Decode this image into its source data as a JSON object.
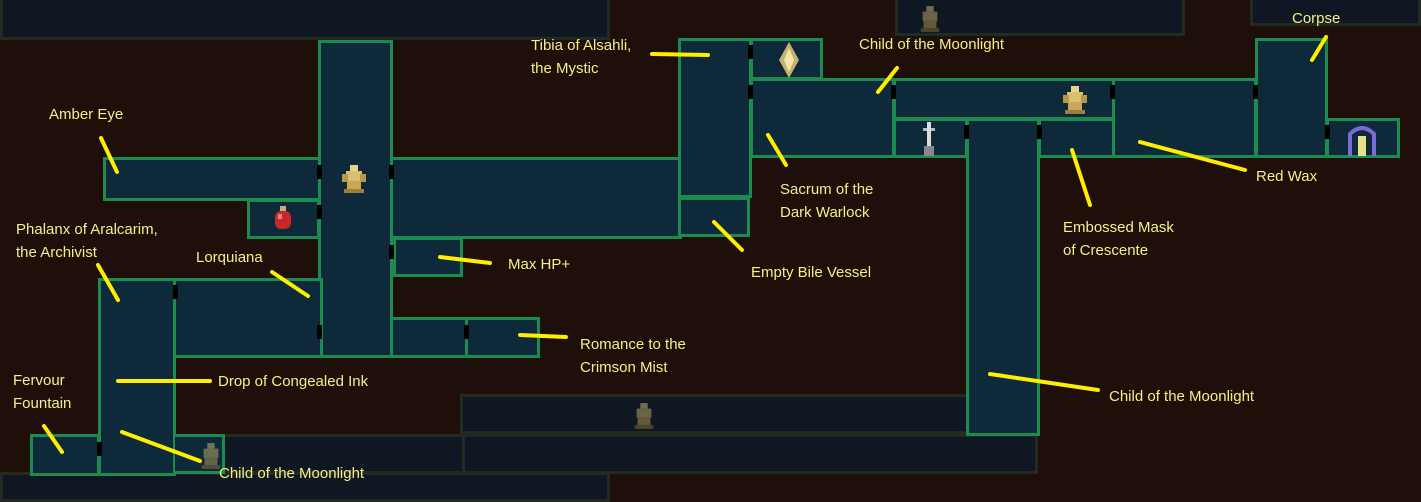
{
  "map": {
    "labels": {
      "amber_eye": [
        "Amber Eye"
      ],
      "phalanx": [
        "Phalanx of Aralcarim,",
        "the Archivist"
      ],
      "lorquiana": [
        "Lorquiana"
      ],
      "max_hp": [
        "Max HP+"
      ],
      "romance": [
        "Romance to the",
        "Crimson Mist"
      ],
      "fervour": [
        "Fervour",
        "Fountain"
      ],
      "ink": [
        "Drop of Congealed Ink"
      ],
      "moon_bottom_left": [
        "Child of the Moonlight"
      ],
      "tibia": [
        "Tibia of Alsahli,",
        "the Mystic"
      ],
      "moon_top": [
        "Child of the Moonlight"
      ],
      "sacrum": [
        "Sacrum of the",
        "Dark Warlock"
      ],
      "bile": [
        "Empty Bile Vessel"
      ],
      "mask": [
        "Embossed Mask",
        "of Crescente"
      ],
      "corpse": [
        "Corpse"
      ],
      "red_wax": [
        "Red Wax"
      ],
      "moon_right": [
        "Child of the Moonlight"
      ]
    },
    "colors": {
      "background": "#1e0f0b",
      "room_fill": "#0e2a3a",
      "room_border": "#1d8a4f",
      "annotation": "#ffee00",
      "label_text": "#f5f08a"
    },
    "icons": [
      "cherub-icon",
      "altar-icon",
      "prie-dieu-icon",
      "sword-shrine-icon",
      "relic-diamond-icon",
      "red-flask-icon"
    ]
  }
}
